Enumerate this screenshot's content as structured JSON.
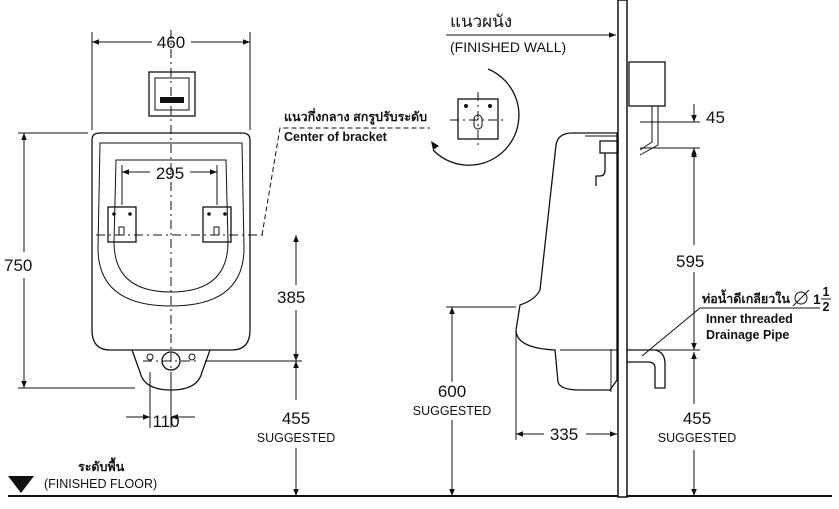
{
  "front_view": {
    "width_460": "460",
    "bracket_spacing_295": "295",
    "height_750": "750",
    "bracket_height_385": "385",
    "outlet_110": "110",
    "floor_height_455": "455",
    "floor_height_455_note": "SUGGESTED",
    "bracket_label_th": "แนวกึ่งกลาง สกรูปรับระดับ",
    "bracket_label_en": "Center of bracket"
  },
  "wall": {
    "label_th": "แนวผนัง",
    "label_en": "(FINISHED WALL)"
  },
  "side_view": {
    "valve_offset_45": "45",
    "valve_height_595": "595",
    "rim_height_600": "600",
    "rim_height_600_note": "SUGGESTED",
    "projection_335": "335",
    "outlet_height_455": "455",
    "outlet_height_455_note": "SUGGESTED",
    "drain_label_th": "ท่อน้ำดีเกลียวใน",
    "drain_size_whole": "1",
    "drain_size_num": "1",
    "drain_size_den": "2",
    "drain_label_en_1": "Inner threaded",
    "drain_label_en_2": "Drainage Pipe"
  },
  "floor": {
    "label_th": "ระดับพื้น",
    "label_en": "(FINISHED FLOOR)"
  }
}
